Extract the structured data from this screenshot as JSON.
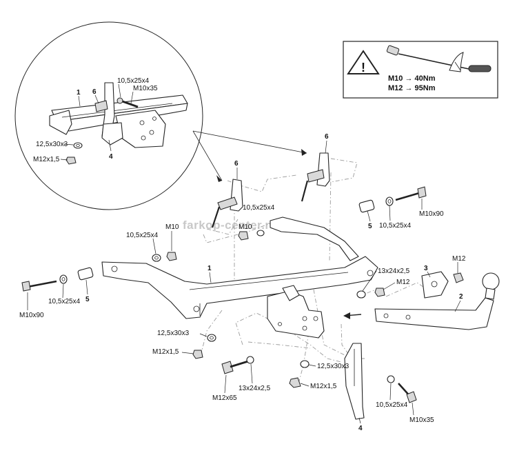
{
  "watermark": "farkop-center.ru",
  "torque_box": {
    "warning_icon": "warning-triangle-icon",
    "tool_icon": "torque-wrench-icon",
    "lines": [
      "M10 → 40Nm",
      "M12 → 95Nm"
    ]
  },
  "detail_view": {
    "labels": {
      "part_1": "1",
      "part_6": "6",
      "part_4": "4",
      "washer_top": "10,5x25x4",
      "bolt_top": "M10x35",
      "washer_bottom": "12,5x30x3",
      "nut_bottom": "M12x1,5"
    }
  },
  "main_view": {
    "labels": {
      "part_6_left": "6",
      "washer_6_left": "10,5x25x4",
      "part_6_right": "6",
      "nut_m10_top": "M10",
      "washer_top_left": "10,5x25x4",
      "nut_m10_left": "M10",
      "part_1": "1",
      "bolt_left": "M10x90",
      "washer_left": "10,5x25x4",
      "part_5_left": "5",
      "bolt_right": "M10x90",
      "washer_right": "10,5x25x4",
      "part_5_right": "5",
      "washer_13": "13x24x2,5",
      "nut_m12_mid": "M12",
      "part_3": "3",
      "nut_m12_right": "M12",
      "part_2": "2",
      "washer_12_5_left": "12,5x30x3",
      "nut_m12x1_5_left": "M12x1,5",
      "bolt_m12x65": "M12x65",
      "washer_13_bottom": "13x24x2,5",
      "washer_12_5_right": "12,5x30x3",
      "nut_m12x1_5_right": "M12x1,5",
      "part_4": "4",
      "washer_bottom_right": "10,5x25x4",
      "bolt_m10x35": "M10x35"
    }
  }
}
